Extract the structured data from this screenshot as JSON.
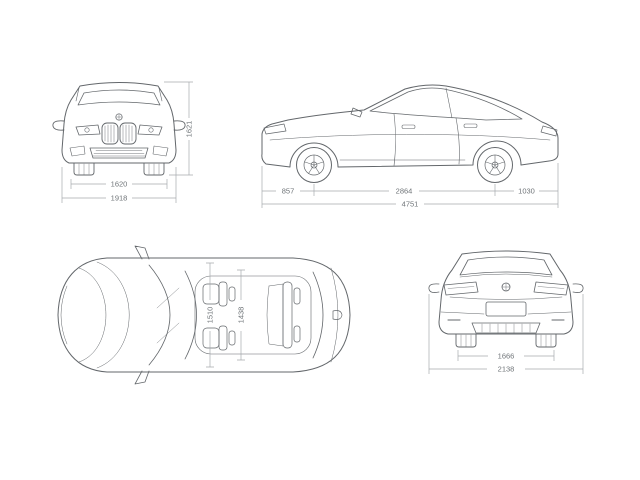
{
  "diagram": {
    "type": "vehicle-dimension-blueprint",
    "description": "Four-view technical dimension drawing of an SUV coupe (front, side, top, rear)"
  },
  "views": {
    "front": {
      "track": "1620",
      "width": "1918",
      "height": "1621"
    },
    "side": {
      "front_overhang": "857",
      "wheelbase": "2864",
      "rear_overhang": "1030",
      "length": "4751"
    },
    "top": {
      "front_interior_width": "1510",
      "rear_interior_width": "1438"
    },
    "rear": {
      "track": "1666",
      "width_mirrors": "2138"
    }
  },
  "colors": {
    "line": "#63676b",
    "dimension_line": "#a7abaf",
    "dimension_text": "#6f7478",
    "background": "#ffffff"
  }
}
